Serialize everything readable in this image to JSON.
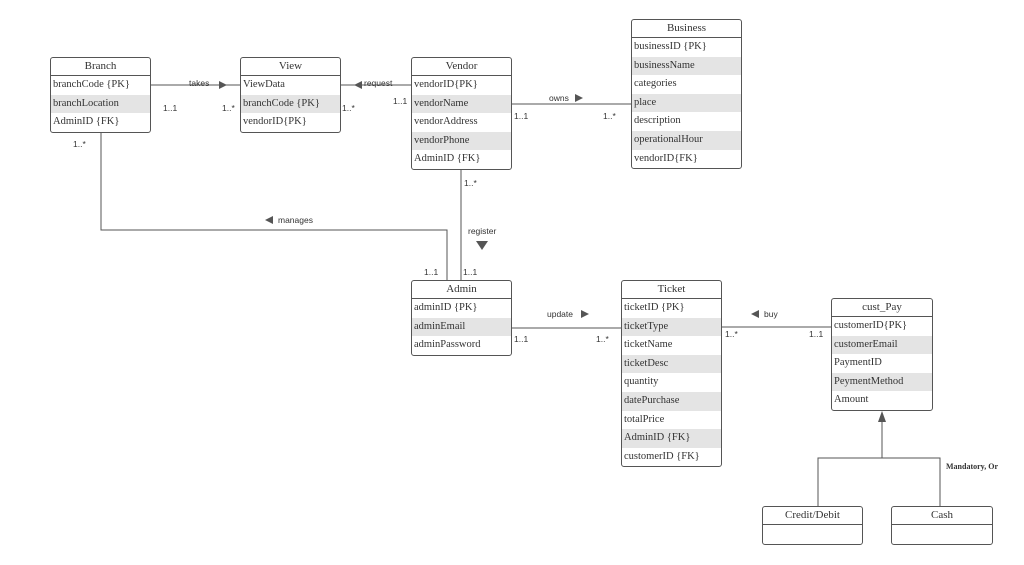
{
  "entities": {
    "branch": {
      "title": "Branch",
      "attributes": [
        "branchCode {PK}",
        "branchLocation",
        "AdminID {FK}"
      ]
    },
    "view": {
      "title": "View",
      "attributes": [
        "ViewData",
        "branchCode {PK}",
        "vendorID{PK}"
      ]
    },
    "vendor": {
      "title": "Vendor",
      "attributes": [
        "vendorID{PK}",
        "vendorName",
        "vendorAddress",
        "vendorPhone",
        "AdminID {FK}"
      ]
    },
    "business": {
      "title": "Business",
      "attributes": [
        "businessID {PK}",
        "businessName",
        "categories",
        "place",
        "description",
        "operationalHour",
        "vendorID{FK}"
      ]
    },
    "admin": {
      "title": "Admin",
      "attributes": [
        "adminID {PK}",
        "adminEmail",
        "adminPassword"
      ]
    },
    "ticket": {
      "title": "Ticket",
      "attributes": [
        "ticketID {PK}",
        "ticketType",
        "ticketName",
        "ticketDesc",
        "quantity",
        "datePurchase",
        "totalPrice",
        "AdminID {FK}",
        "customerID {FK}"
      ]
    },
    "cust_pay": {
      "title": "cust_Pay",
      "attributes": [
        "customerID{PK}",
        "customerEmail",
        "PaymentID",
        "PeymentMethod",
        "Amount"
      ]
    },
    "credit_debit": {
      "title": "Credit/Debit",
      "attributes": []
    },
    "cash": {
      "title": "Cash",
      "attributes": []
    }
  },
  "relationships": {
    "takes": {
      "name": "takes",
      "from_mult": "1..1",
      "to_mult": "1..*"
    },
    "request": {
      "name": "request",
      "from_mult": "1..*",
      "to_mult": "1..1"
    },
    "owns": {
      "name": "owns",
      "from_mult": "1..1",
      "to_mult": "1..*"
    },
    "manages": {
      "name": "manages",
      "from_mult": "1..*",
      "to_mult": "1..1"
    },
    "register": {
      "name": "register",
      "from_mult": "1..*",
      "to_mult": "1..1"
    },
    "update": {
      "name": "update",
      "from_mult": "1..1",
      "to_mult": "1..*"
    },
    "buy": {
      "name": "buy",
      "from_mult": "1..*",
      "to_mult": "1..1"
    }
  },
  "generalization_constraint": "Mandatory, Or",
  "colors": {
    "line": "#555555",
    "shade": "#e4e4e4",
    "arrow": "#555555"
  }
}
